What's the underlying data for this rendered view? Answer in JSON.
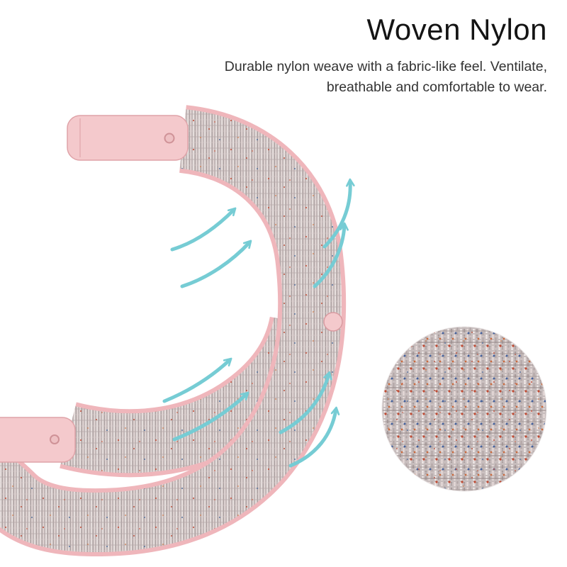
{
  "header": {
    "title": "Woven Nylon",
    "description_line1": "Durable nylon weave with a fabric-like feel. Ventilate,",
    "description_line2": "breathable and comfortable to wear."
  },
  "colors": {
    "title_text": "#141414",
    "body_text": "#333333",
    "arrow_teal": "#76ccd4",
    "band_trim_pink": "#efb6bb",
    "connector_pink": "#f4c9cc",
    "weave_gray": "#cdc3c3"
  },
  "icons": {
    "arrow": "curved-airflow-arrow",
    "hole": "connector-screw-hole"
  },
  "illustration": {
    "subject": "woven nylon watch strap",
    "inset": "weave texture close-up"
  }
}
